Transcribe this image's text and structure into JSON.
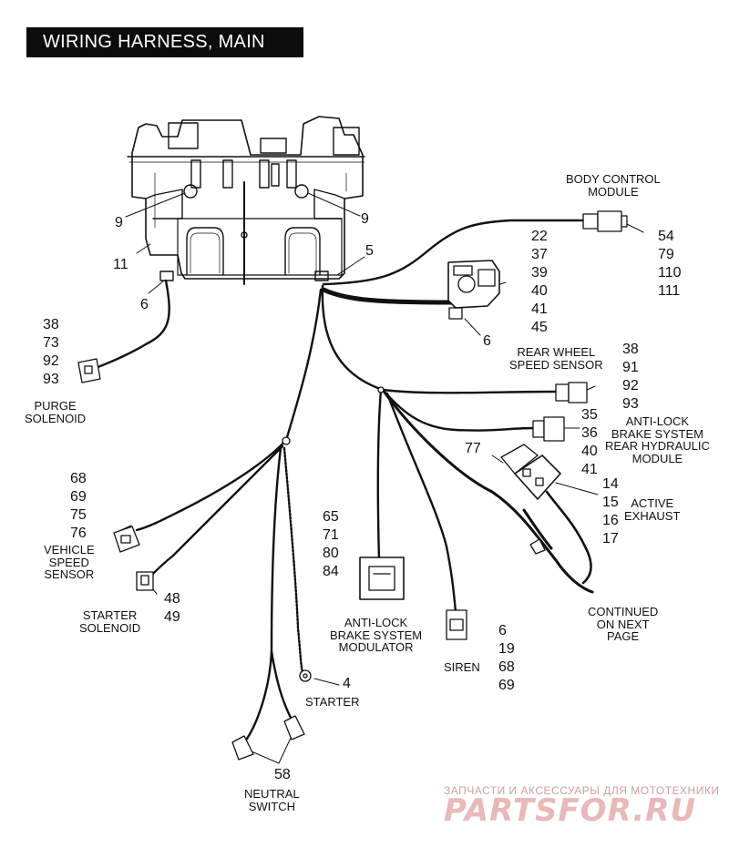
{
  "title": "WIRING HARNESS, MAIN",
  "callouts": {
    "c9_left": "9",
    "c9_right": "9",
    "c11": "11",
    "c5": "5",
    "c6_left": "6",
    "c6_mid": "6",
    "c77": "77",
    "c4": "4",
    "c58": "58"
  },
  "components": {
    "body_control_module": {
      "label": "BODY CONTROL\nMODULE",
      "parts": "54\n79\n110\n111"
    },
    "center_module": {
      "parts": "22\n37\n39\n40\n41\n45"
    },
    "purge_solenoid": {
      "label": "PURGE\nSOLENOID",
      "parts": "38\n73\n92\n93"
    },
    "rear_wheel_speed_sensor": {
      "label": "REAR WHEEL\nSPEED SENSOR",
      "parts": "38\n91\n92\n93"
    },
    "abs_rear_hydraulic_module": {
      "label": "ANTI-LOCK\nBRAKE SYSTEM\nREAR HYDRAULIC\nMODULE",
      "parts": "35\n36\n40\n41"
    },
    "active_exhaust": {
      "label": "ACTIVE\nEXHAUST",
      "parts": "14\n15\n16\n17"
    },
    "vehicle_speed_sensor": {
      "label": "VEHICLE\nSPEED\nSENSOR",
      "parts": "68\n69\n75\n76"
    },
    "starter_solenoid": {
      "label": "STARTER\nSOLENOID",
      "parts": "48\n49"
    },
    "abs_modulator": {
      "label": "ANTI-LOCK\nBRAKE SYSTEM\nMODULATOR",
      "parts": "65\n71\n80\n84"
    },
    "siren": {
      "label": "SIREN",
      "parts": "6\n19\n68\n69"
    },
    "starter": {
      "label": "STARTER"
    },
    "neutral_switch": {
      "label": "NEUTRAL\nSWITCH"
    },
    "continued": {
      "label": "CONTINUED\nON NEXT\nPAGE"
    }
  },
  "watermark": {
    "small": "ЗАПЧАСТИ И АКСЕССУАРЫ ДЛЯ МОТОТЕХНИКИ",
    "big": "PARTSFOR.RU"
  },
  "colors": {
    "ink": "#111111",
    "title_bg": "#0c0c0c",
    "watermark": "#e9b8b8"
  }
}
